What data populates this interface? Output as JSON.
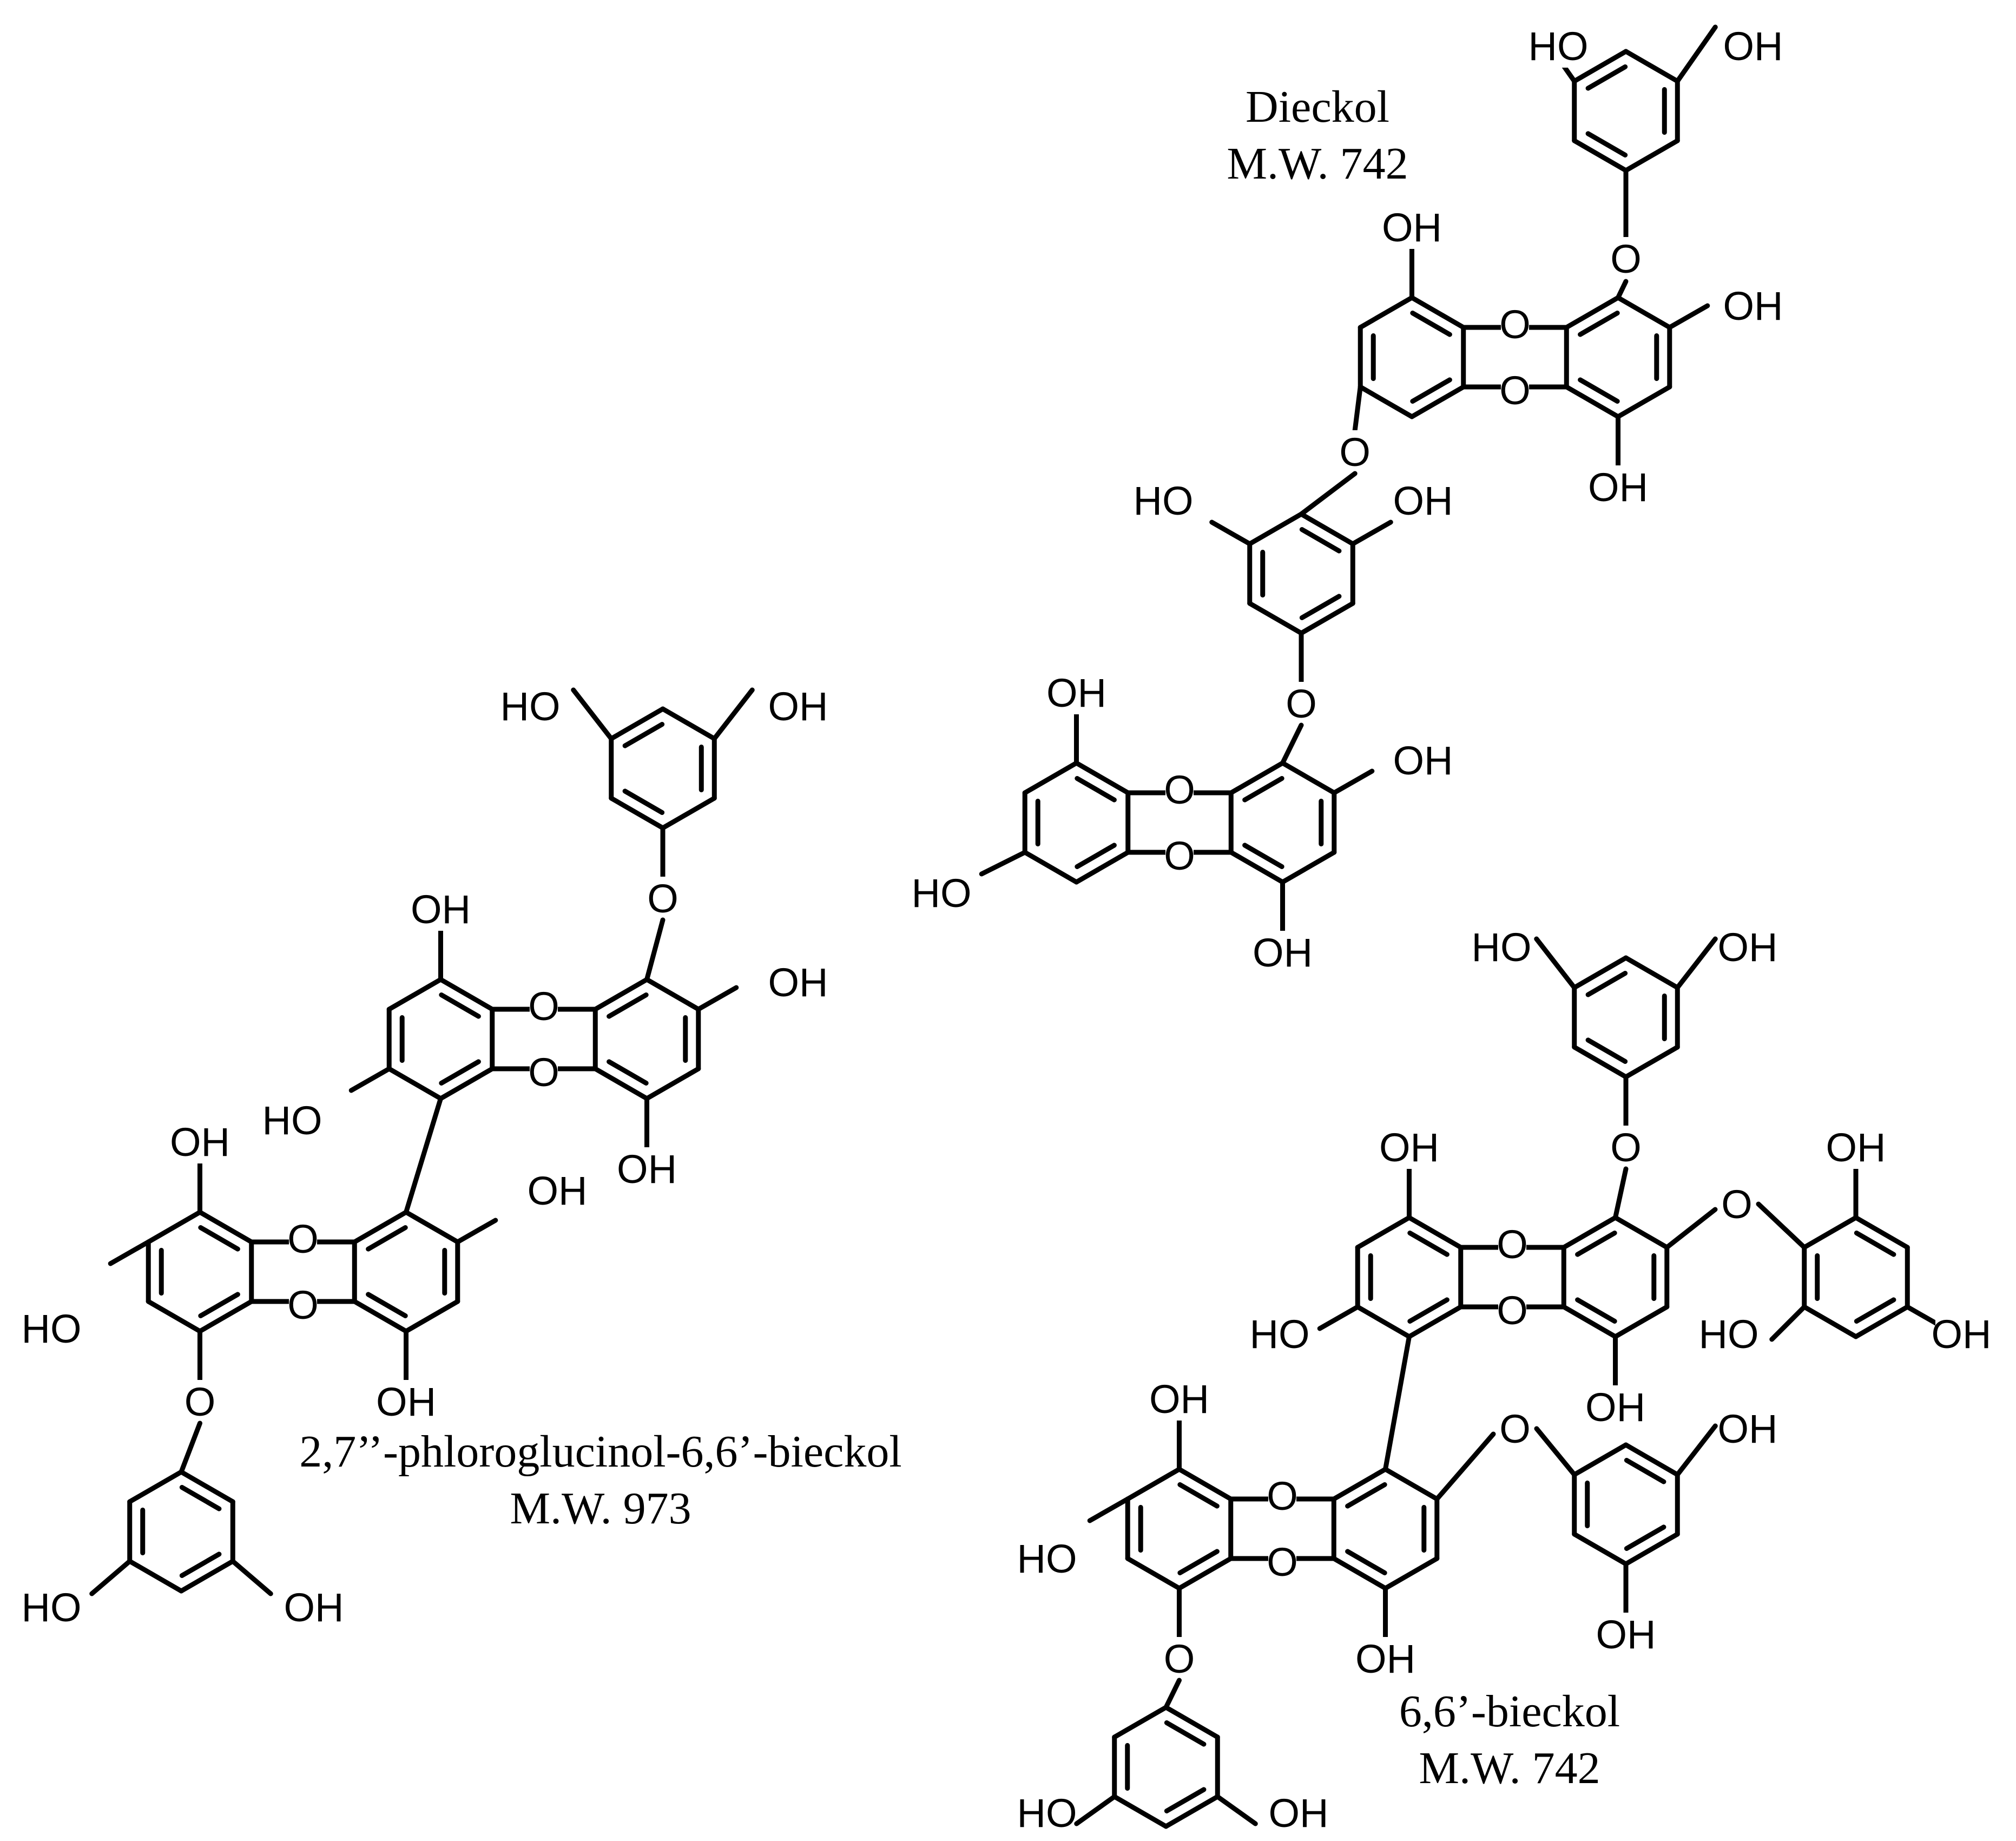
{
  "compounds": [
    {
      "id": "dieckol",
      "name": "Dieckol",
      "mw": "M.W. 742"
    },
    {
      "id": "phloroglucinol-bieckol",
      "name": "2,7’’-phloroglucinol-6,6’-bieckol",
      "mw": "M.W. 973"
    },
    {
      "id": "bieckol",
      "name": "6,6’-bieckol",
      "mw": "M.W. 742"
    }
  ],
  "atom_labels": {
    "hydroxyl": "OH",
    "hydroxyl_left": "HO",
    "oxygen": "O"
  },
  "colors": {
    "ink": "#000000",
    "background": "#ffffff"
  }
}
